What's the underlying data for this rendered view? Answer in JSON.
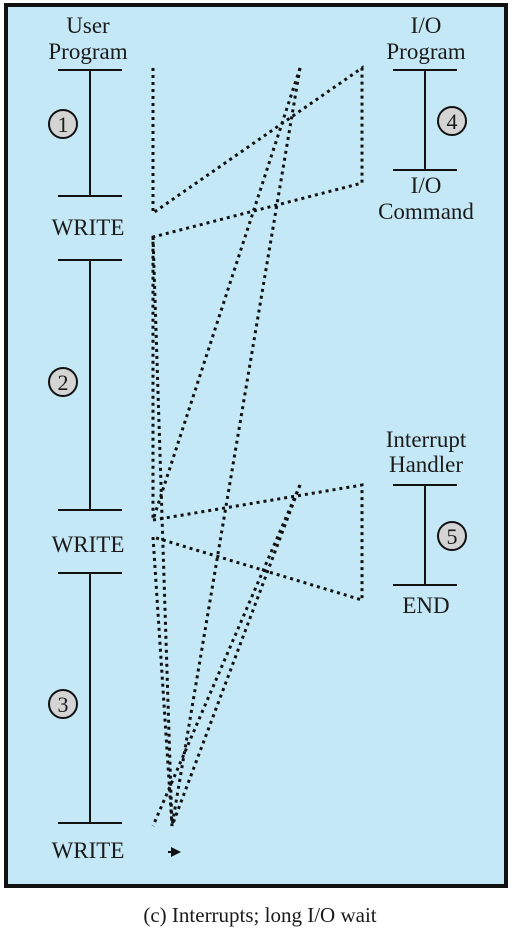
{
  "colors": {
    "panel_background": "#c5e8f7",
    "panel_border": "#111111",
    "line": "#111111",
    "circle_fill": "#d4d4d4"
  },
  "labels": {
    "user_program_line1": "User",
    "user_program_line2": "Program",
    "io_program_line1": "I/O",
    "io_program_line2": "Program",
    "io_command_line1": "I/O",
    "io_command_line2": "Command",
    "interrupt_handler_line1": "Interrupt",
    "interrupt_handler_line2": "Handler",
    "end": "END",
    "write_1": "WRITE",
    "write_2": "WRITE",
    "write_3": "WRITE"
  },
  "steps": {
    "s1": "1",
    "s2": "2",
    "s3": "3",
    "s4": "4",
    "s5": "5"
  },
  "caption": "(c) Interrupts; long I/O wait"
}
